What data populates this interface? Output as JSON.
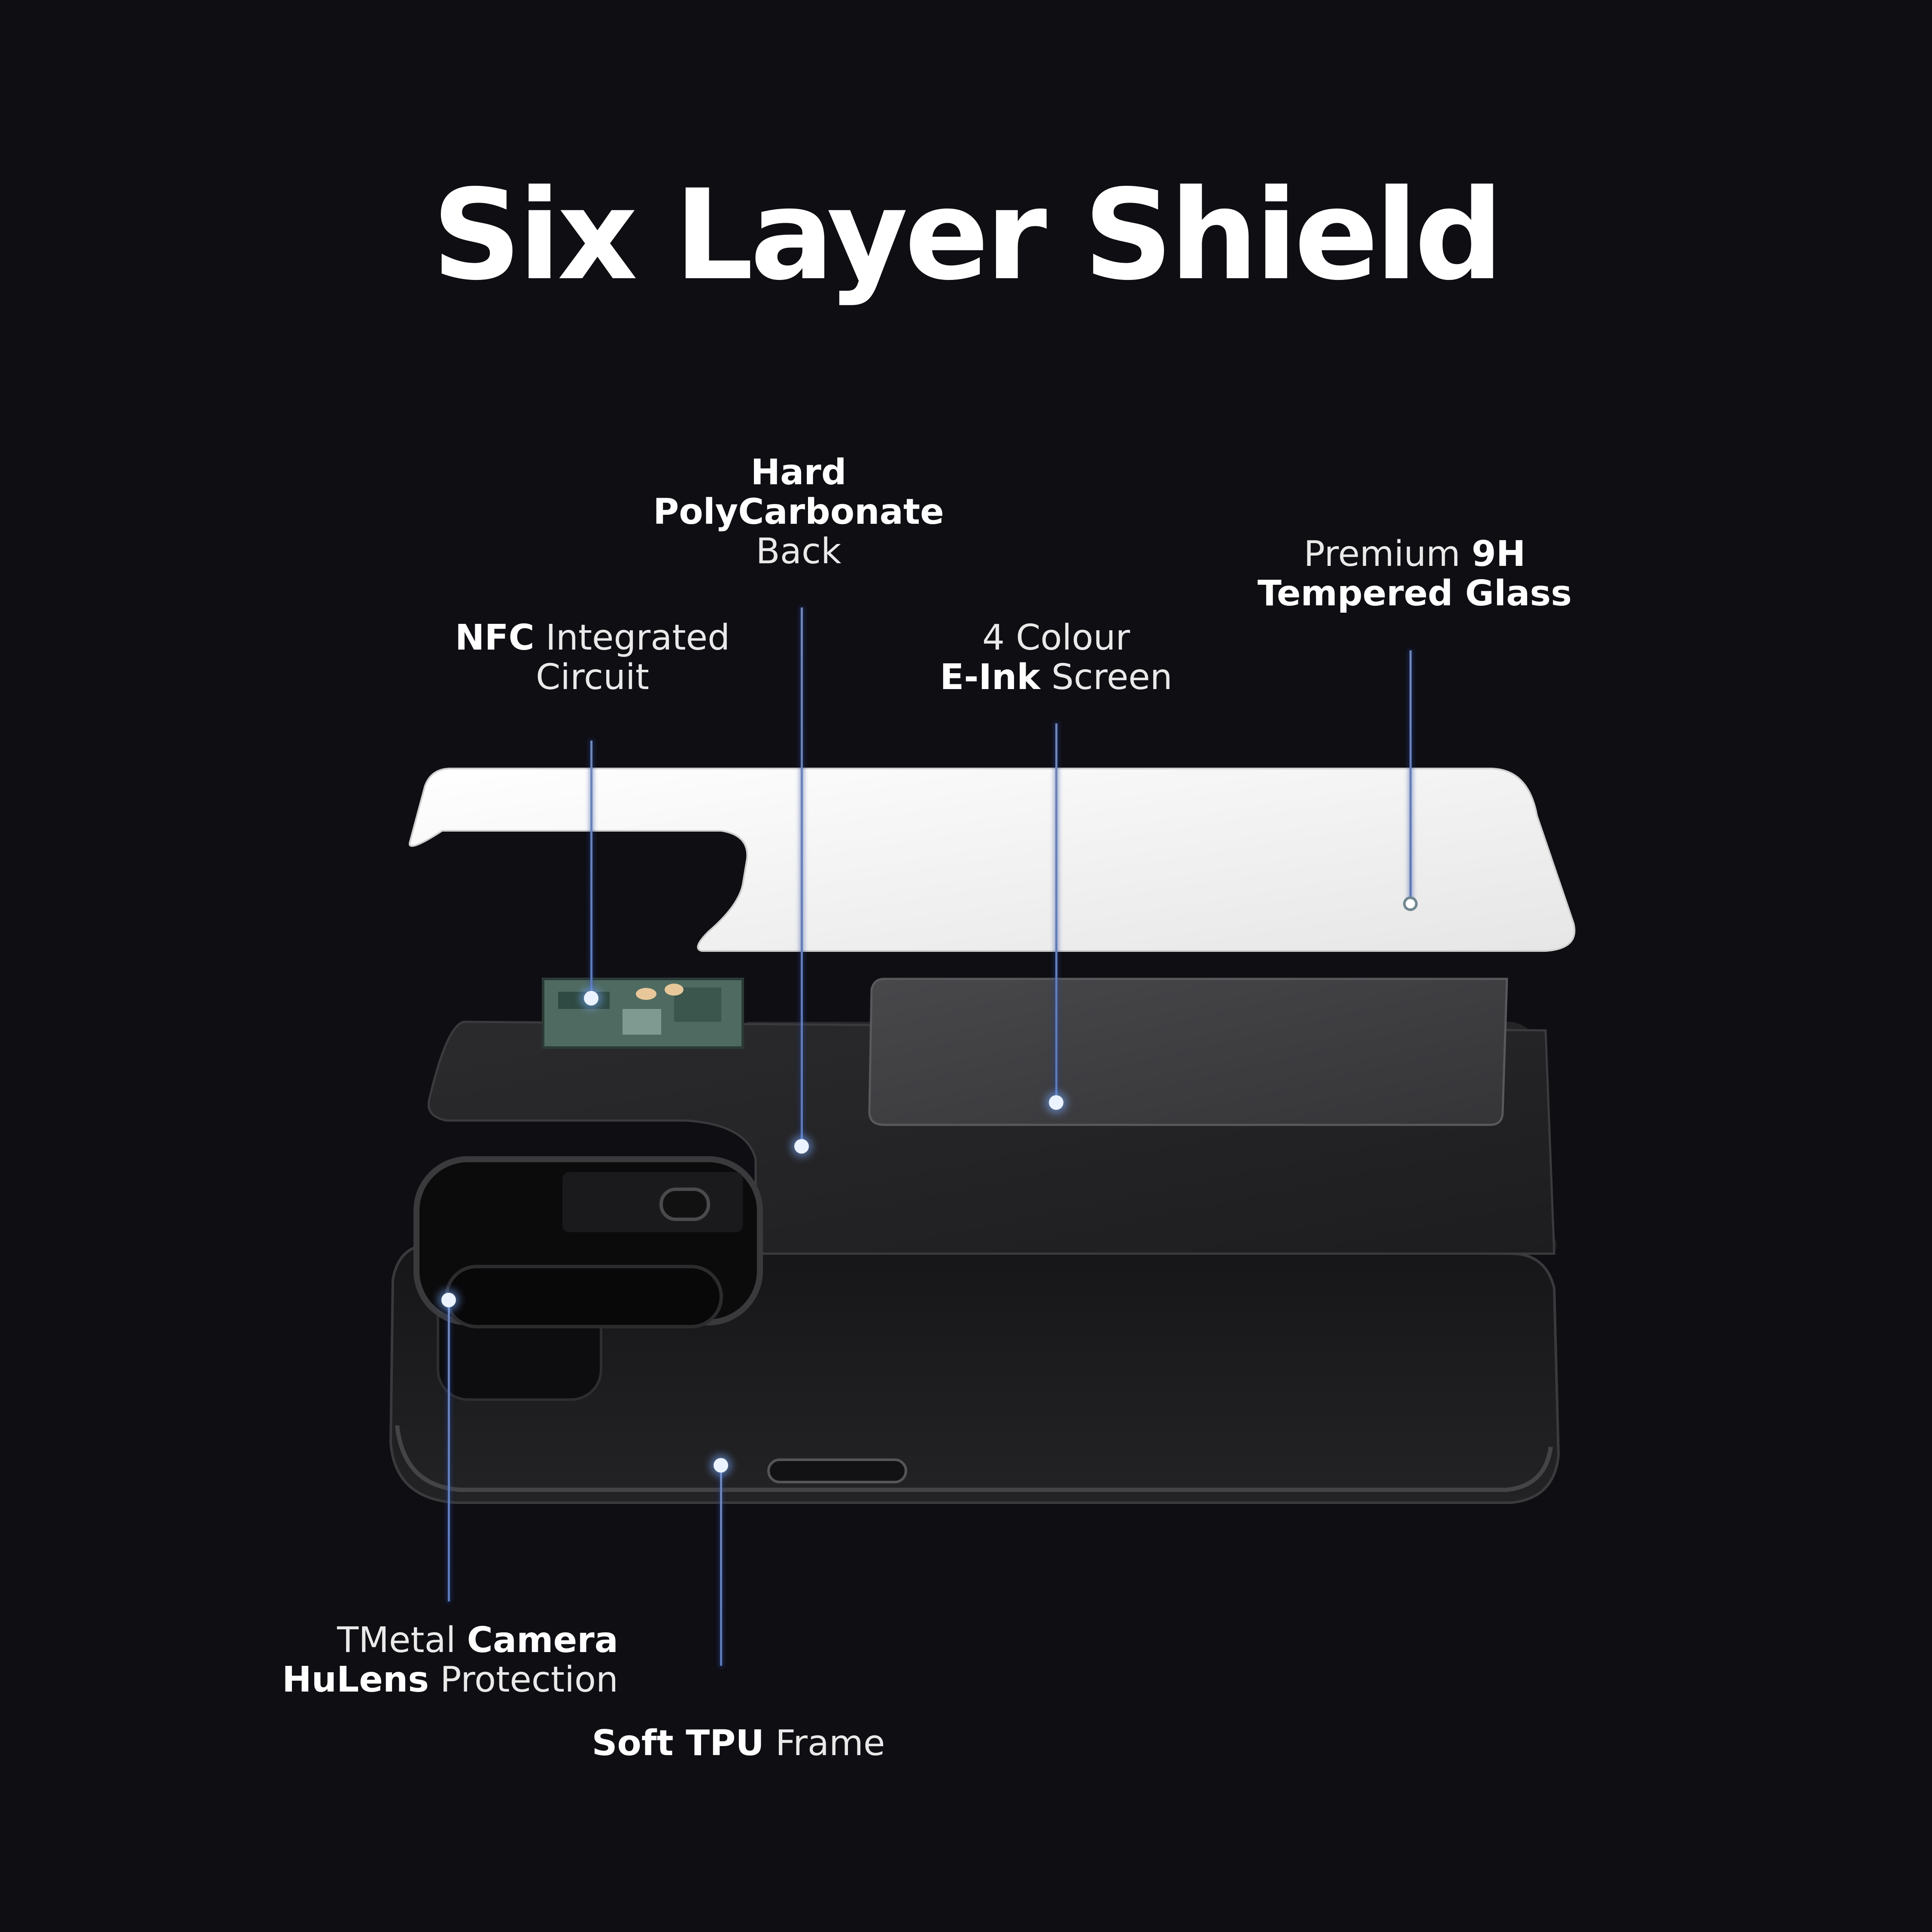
{
  "title": "Six Layer Shield",
  "layers": [
    {
      "id": "polycarbonate",
      "bold_pre": "Hard",
      "bold_mid": "PolyCarbonate",
      "normal_post": "Back"
    },
    {
      "id": "nfc",
      "bold": "NFC",
      "normal": "Integrated",
      "line2": "Circuit"
    },
    {
      "id": "eink",
      "line1": "4 Colour",
      "bold": "E-Ink",
      "normal": "Screen"
    },
    {
      "id": "glass",
      "normal": "Premium",
      "bold": "9H",
      "line2_bold": "Tempered Glass"
    },
    {
      "id": "camera",
      "prefix1": "T",
      "normal": "Metal",
      "bold": "Camera",
      "prefix2": "Hu",
      "bold2": "Lens",
      "normal2": "Protection"
    },
    {
      "id": "tpu",
      "bold": "Soft TPU",
      "normal": "Frame"
    }
  ],
  "colors": {
    "background": "#0f0e13",
    "leader_line": "#5b79b8",
    "glass": "#f4f4f4",
    "case": "#1b1b1d",
    "eink": "#3a3a3d"
  }
}
